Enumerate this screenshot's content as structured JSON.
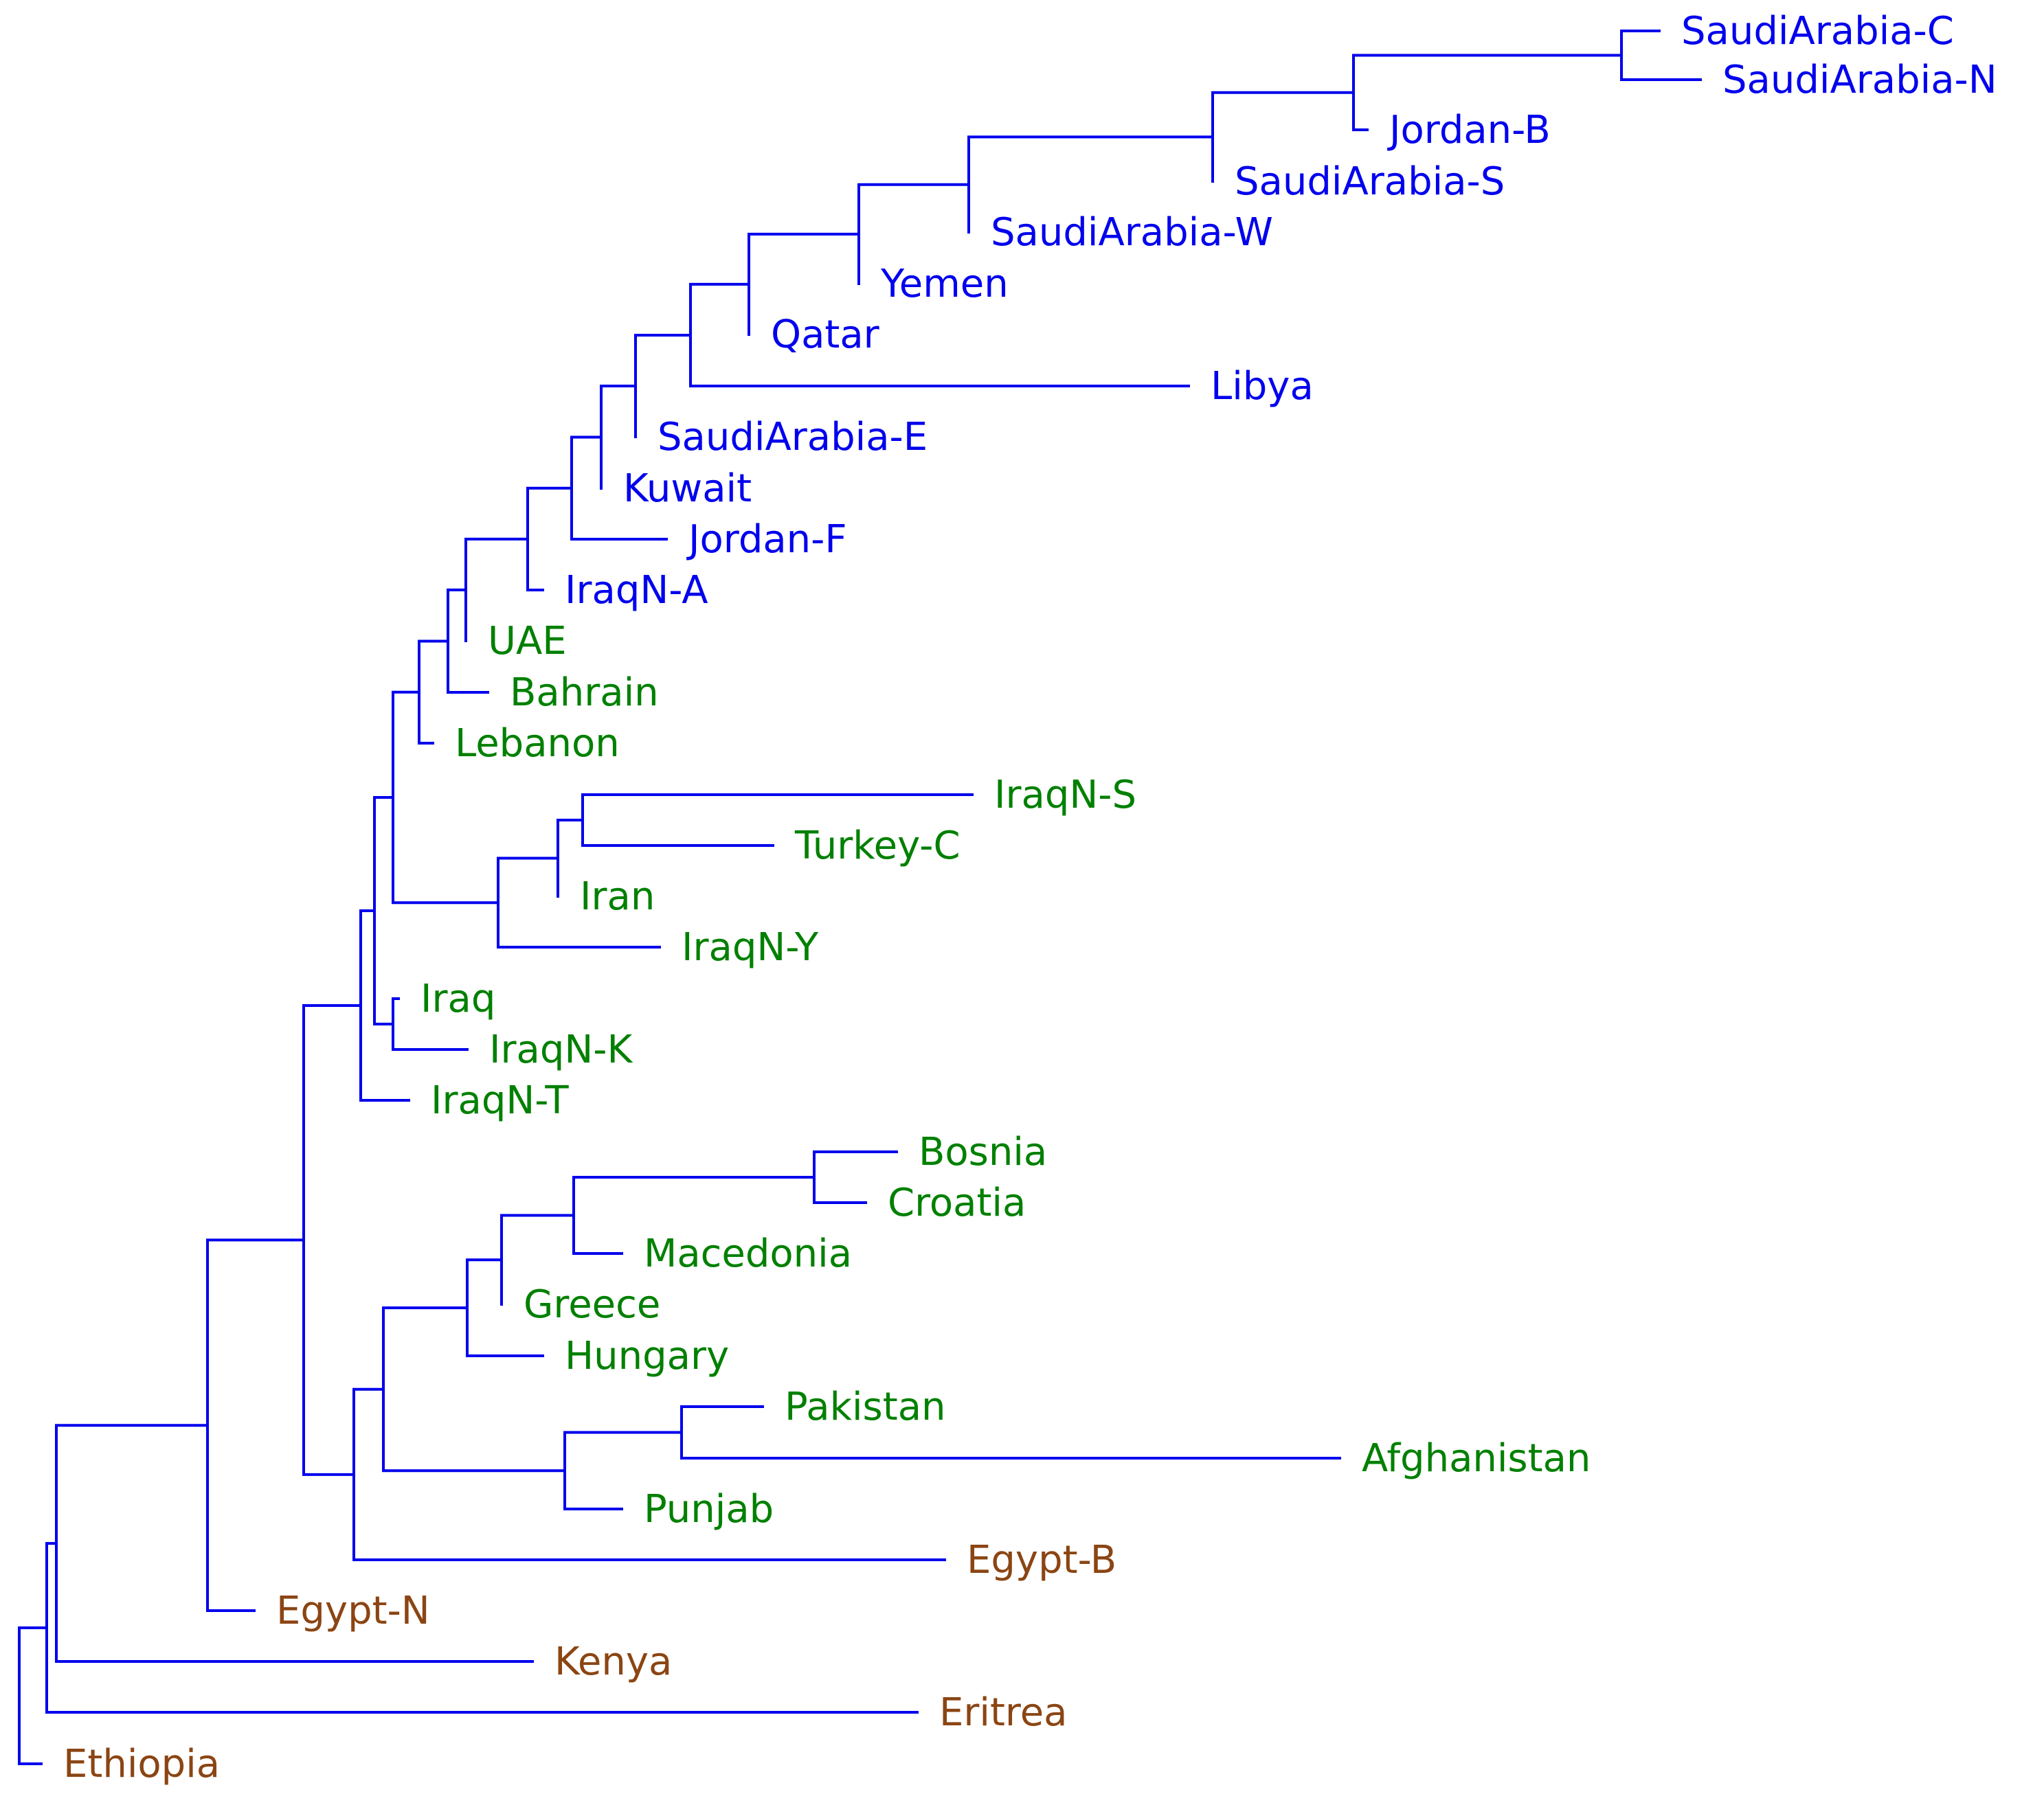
{
  "colors": {
    "branch": "#0000ee",
    "blue_group": "#0000ee",
    "green_group": "#008000",
    "brown_group": "#8b4513"
  },
  "tree": {
    "leaves": [
      {
        "name": "SaudiArabia-C",
        "group": "blue_group"
      },
      {
        "name": "SaudiArabia-N",
        "group": "blue_group"
      },
      {
        "name": "Jordan-B",
        "group": "blue_group"
      },
      {
        "name": "SaudiArabia-S",
        "group": "blue_group"
      },
      {
        "name": "SaudiArabia-W",
        "group": "blue_group"
      },
      {
        "name": "Yemen",
        "group": "blue_group"
      },
      {
        "name": "Qatar",
        "group": "blue_group"
      },
      {
        "name": "Libya",
        "group": "blue_group"
      },
      {
        "name": "SaudiArabia-E",
        "group": "blue_group"
      },
      {
        "name": "Kuwait",
        "group": "blue_group"
      },
      {
        "name": "Jordan-F",
        "group": "blue_group"
      },
      {
        "name": "IraqN-A",
        "group": "blue_group"
      },
      {
        "name": "UAE",
        "group": "green_group"
      },
      {
        "name": "Bahrain",
        "group": "green_group"
      },
      {
        "name": "Lebanon",
        "group": "green_group"
      },
      {
        "name": "IraqN-S",
        "group": "green_group"
      },
      {
        "name": "Turkey-C",
        "group": "green_group"
      },
      {
        "name": "Iran",
        "group": "green_group"
      },
      {
        "name": "IraqN-Y",
        "group": "green_group"
      },
      {
        "name": "Iraq",
        "group": "green_group"
      },
      {
        "name": "IraqN-K",
        "group": "green_group"
      },
      {
        "name": "IraqN-T",
        "group": "green_group"
      },
      {
        "name": "Bosnia",
        "group": "green_group"
      },
      {
        "name": "Croatia",
        "group": "green_group"
      },
      {
        "name": "Macedonia",
        "group": "green_group"
      },
      {
        "name": "Greece",
        "group": "green_group"
      },
      {
        "name": "Hungary",
        "group": "green_group"
      },
      {
        "name": "Pakistan",
        "group": "green_group"
      },
      {
        "name": "Afghanistan",
        "group": "green_group"
      },
      {
        "name": "Punjab",
        "group": "green_group"
      },
      {
        "name": "Egypt-B",
        "group": "brown_group"
      },
      {
        "name": "Egypt-N",
        "group": "brown_group"
      },
      {
        "name": "Kenya",
        "group": "brown_group"
      },
      {
        "name": "Eritrea",
        "group": "brown_group"
      },
      {
        "name": "Ethiopia",
        "group": "brown_group"
      }
    ]
  }
}
